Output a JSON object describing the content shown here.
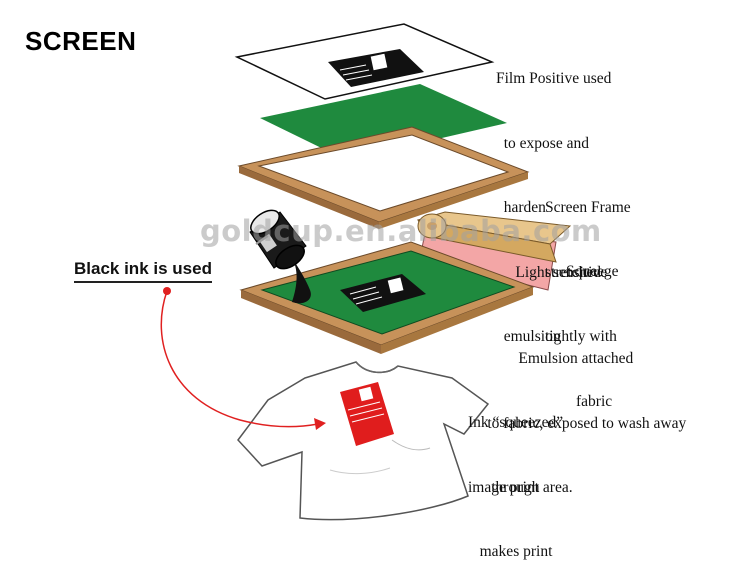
{
  "title": "SCREEN",
  "watermark": "goldcup.en.alibaba.com",
  "labels": {
    "film_positive": [
      "Film Positive used",
      "  to expose and",
      "  harden",
      "     Light sensitive",
      "  emulsion"
    ],
    "screen_frame": [
      "Screen Frame",
      "stretched",
      "tightly with",
      "        fabric"
    ],
    "squeegee": "Squeege",
    "emulsion": [
      "             Emulsion attached",
      "     to fabric, exposed to wash away",
      "image print area."
    ],
    "ink": [
      "Ink “squeezed”",
      "      through",
      "   makes print"
    ],
    "black_ink": "Black ink is used"
  },
  "icons": [
    "film-positive-sheet",
    "emulsion-sheet",
    "screen-frame",
    "ink-can",
    "squeegee",
    "printing-screen",
    "t-shirt",
    "pointer-arrow"
  ],
  "colors": {
    "emulsion_green": "#1f8a3e",
    "frame_wood": "#c7925a",
    "squeegee_tan": "#e8c68c",
    "squeegee_pink": "#f3a6a6",
    "arrow_red": "#e02020",
    "print_red": "#e01d1d"
  }
}
